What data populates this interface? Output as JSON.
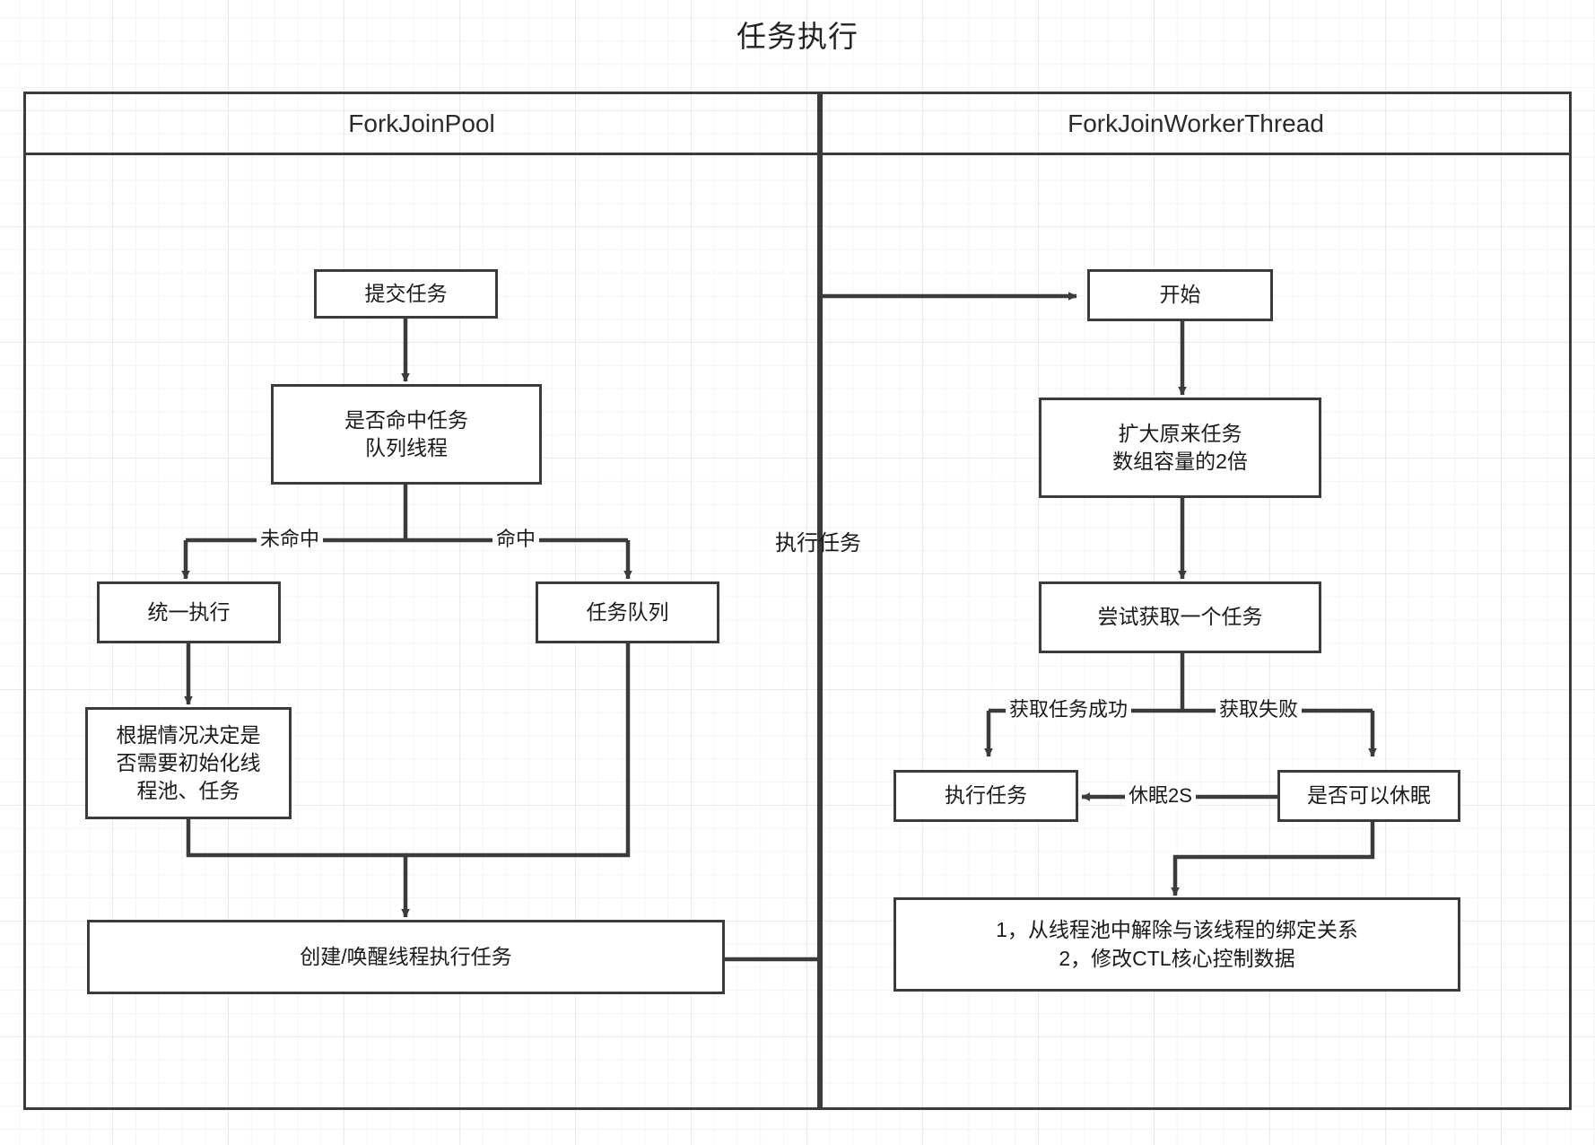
{
  "diagram": {
    "title": "任务执行",
    "type": "flowchart",
    "lanes": [
      {
        "id": "pool",
        "header": "ForkJoinPool"
      },
      {
        "id": "worker",
        "header": "ForkJoinWorkerThread"
      }
    ],
    "nodes": [
      {
        "id": "submit",
        "lane": "pool",
        "text": "提交任务"
      },
      {
        "id": "hit",
        "lane": "pool",
        "text": "是否命中任务\n队列线程"
      },
      {
        "id": "unified",
        "lane": "pool",
        "text": "统一执行"
      },
      {
        "id": "queue",
        "lane": "pool",
        "text": "任务队列"
      },
      {
        "id": "decide",
        "lane": "pool",
        "text": "根据情况决定是\n否需要初始化线\n程池、任务"
      },
      {
        "id": "create",
        "lane": "pool",
        "text": "创建/唤醒线程执行任务"
      },
      {
        "id": "start",
        "lane": "worker",
        "text": "开始"
      },
      {
        "id": "expand",
        "lane": "worker",
        "text": "扩大原来任务\n数组容量的2倍"
      },
      {
        "id": "try-get",
        "lane": "worker",
        "text": "尝试获取一个任务"
      },
      {
        "id": "exec",
        "lane": "worker",
        "text": "执行任务"
      },
      {
        "id": "cansleep",
        "lane": "worker",
        "text": "是否可以休眠"
      },
      {
        "id": "unbind",
        "lane": "worker",
        "text": "1，从线程池中解除与该线程的绑定关系\n2，修改CTL核心控制数据"
      }
    ],
    "edge_labels": {
      "miss": "未命中",
      "hit": "命中",
      "exec_task": "执行任务",
      "get_ok": "获取任务成功",
      "get_fail": "获取失败",
      "sleep2s": "休眠2S"
    },
    "colors": {
      "stroke": "#3b3b3b",
      "text": "#1a1a1a",
      "grid_minor": "#f4f4f4",
      "grid_major": "#e9e9e9",
      "background": "#ffffff"
    }
  }
}
